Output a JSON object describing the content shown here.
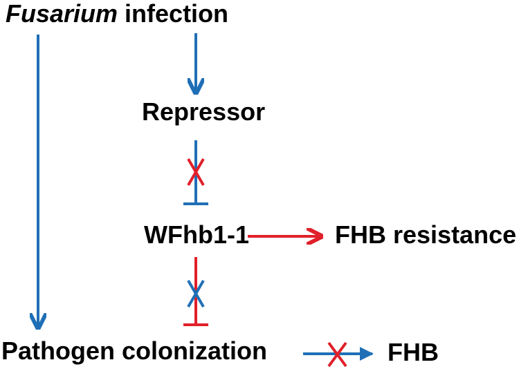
{
  "nodes": {
    "fusarium": {
      "italic": "Fusarium",
      "rest": " infection"
    },
    "repressor": "Repressor",
    "wfhb": "WFhb1-1",
    "resistance": "FHB resistance",
    "colonization": "Pathogen colonization",
    "fhb": "FHB"
  },
  "colors": {
    "blue": "#1f6fb6",
    "red": "#e0202a",
    "text": "#000000"
  }
}
